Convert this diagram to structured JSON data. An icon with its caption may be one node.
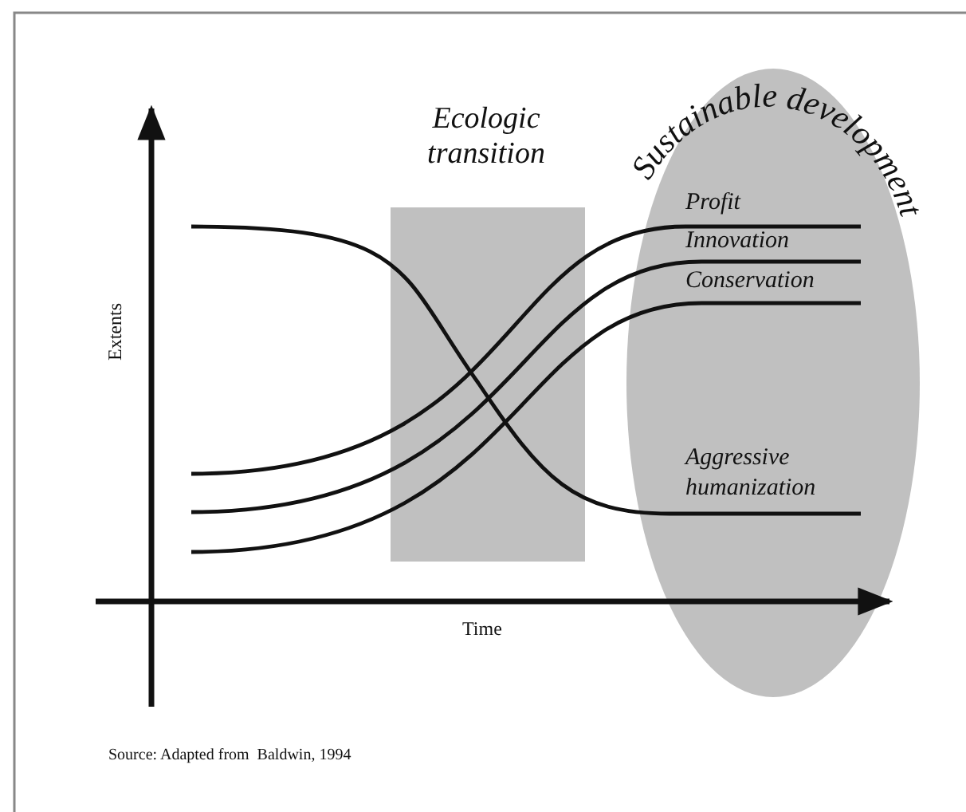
{
  "diagram": {
    "nodes": [
      {
        "text": [
          "Ecologic transition"
        ]
      },
      {
        "text": [
          "Sustainable development"
        ]
      }
    ],
    "edges": [],
    "labels": [
      "Profit",
      "Innovation",
      "Conservation",
      "Aggressive humanization",
      "Extents",
      "Time",
      "Source: Adapted from  Baldwin, 1994"
    ]
  }
}
